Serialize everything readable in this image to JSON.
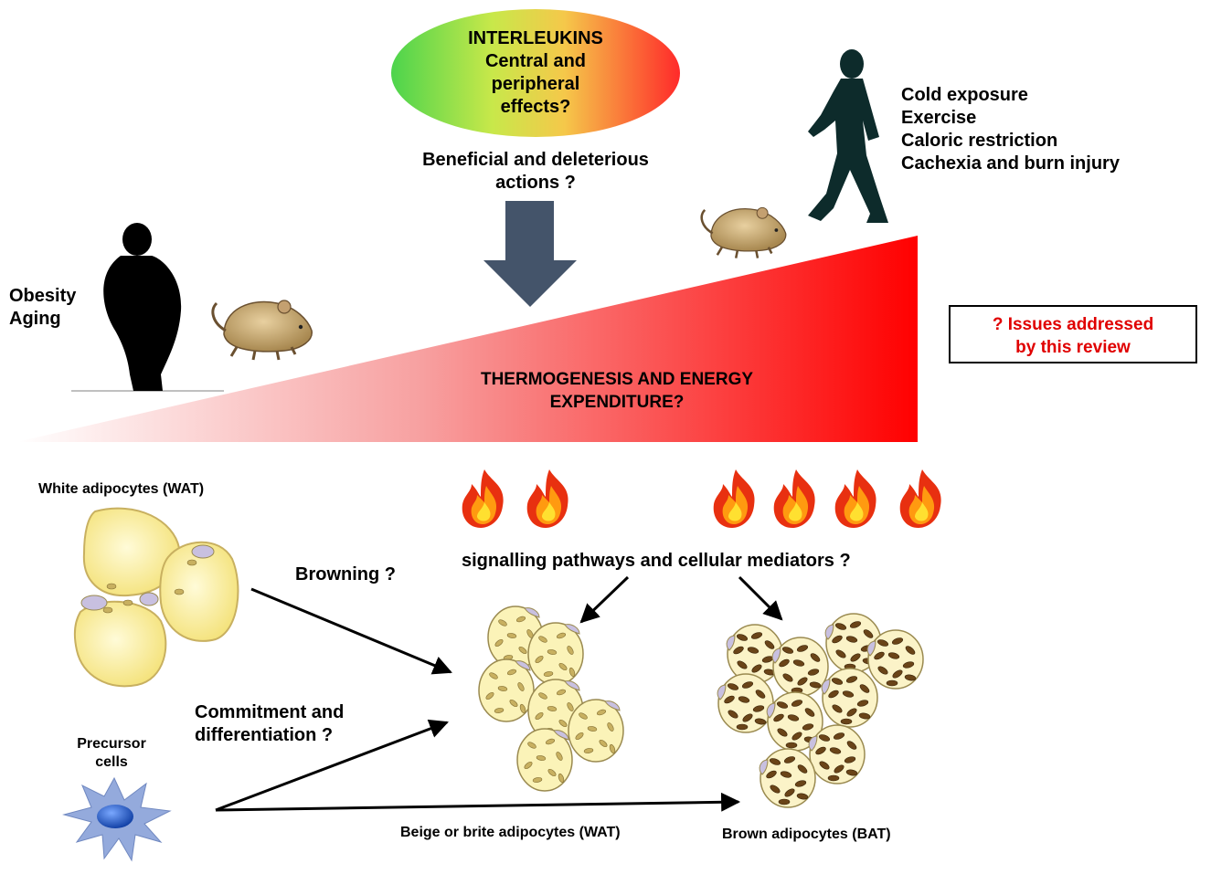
{
  "interleukins": {
    "title": "INTERLEUKINS",
    "lines": [
      "Central and",
      "peripheral",
      "effects?"
    ]
  },
  "actions": {
    "lines": [
      "Beneficial and deleterious",
      "actions ?"
    ]
  },
  "conditions_high": [
    "Cold exposure",
    "Exercise",
    "Caloric restriction",
    "Cachexia and  burn injury"
  ],
  "conditions_low": [
    "Obesity",
    "Aging"
  ],
  "gradient_label": [
    "THERMOGENESIS AND ENERGY",
    "EXPENDITURE?"
  ],
  "review_box": [
    "? Issues addressed",
    "by this review"
  ],
  "white_adipocytes": "White adipocytes (WAT)",
  "signalling": "signalling pathways and cellular mediators ?",
  "browning": "Browning ?",
  "commitment": [
    "Commitment and",
    "differentiation ?"
  ],
  "precursor": [
    "Precursor",
    "cells"
  ],
  "beige": "Beige or brite adipocytes (WAT)",
  "brown": "Brown adipocytes (BAT)",
  "colors": {
    "review_text": "#e00000",
    "gradient_end": "#ff0000",
    "arrow": "#44546a",
    "person": "#0d2b2b"
  }
}
